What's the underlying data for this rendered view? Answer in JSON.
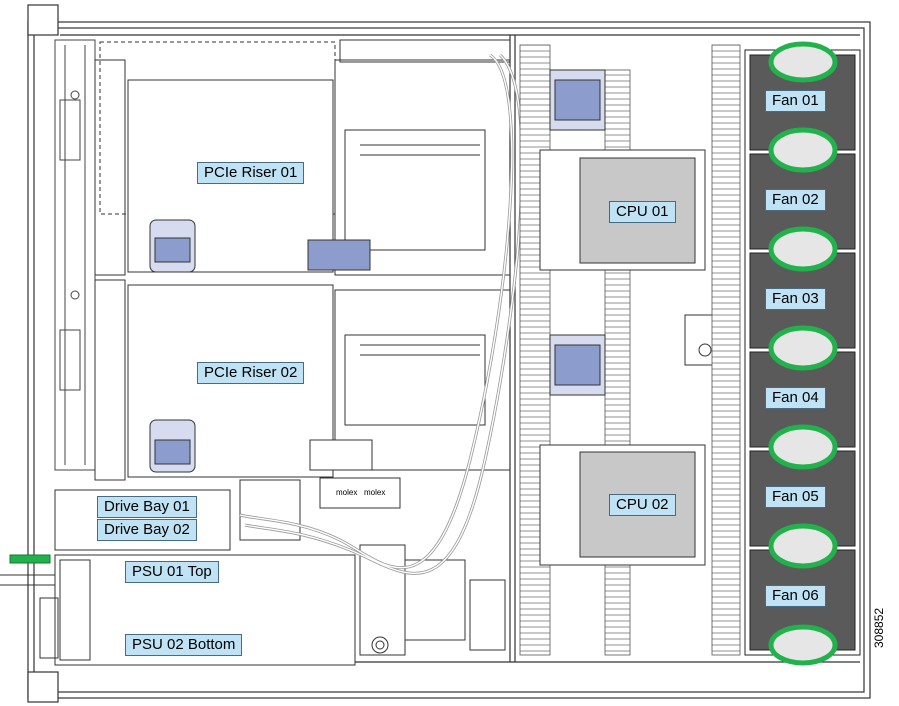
{
  "labels": {
    "pcie_riser_01": "PCIe Riser 01",
    "pcie_riser_02": "PCIe Riser 02",
    "cpu_01": "CPU 01",
    "cpu_02": "CPU 02",
    "drive_bay_01": "Drive Bay 01",
    "drive_bay_02": "Drive Bay 02",
    "psu_01": "PSU 01 Top",
    "psu_02": "PSU 02 Bottom",
    "fans": [
      "Fan 01",
      "Fan 02",
      "Fan 03",
      "Fan 04",
      "Fan 05",
      "Fan 06"
    ]
  },
  "connector_text": [
    "molex",
    "molex"
  ],
  "figure_id": "308852",
  "colors": {
    "label_fill": "#bfe3f5",
    "cpu_fill": "#c8c8c8",
    "fan_bay_fill": "#5a5a5a",
    "fan_ring": "#22b24c",
    "latch_blue": "#8c9ccc"
  }
}
